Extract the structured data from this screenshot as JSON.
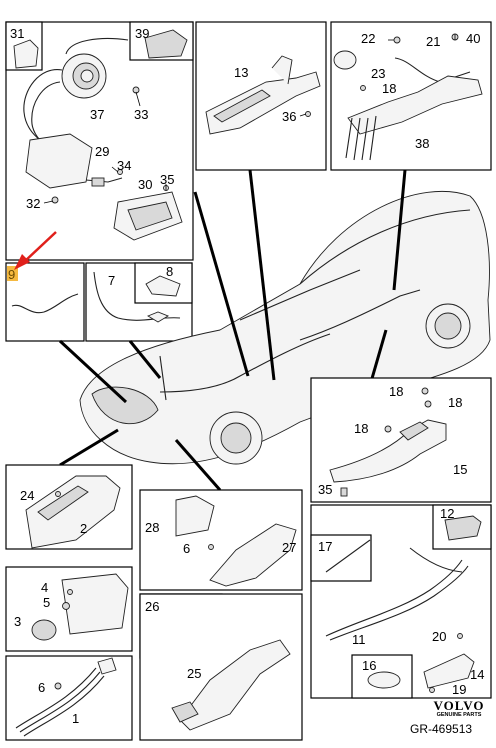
{
  "callouts": {
    "c1": "1",
    "c2": "2",
    "c3": "3",
    "c4": "4",
    "c5": "5",
    "c6a": "6",
    "c6b": "6",
    "c7": "7",
    "c8": "8",
    "c9": "9",
    "c11": "11",
    "c12": "12",
    "c13": "13",
    "c14": "14",
    "c15": "15",
    "c16": "16",
    "c17": "17",
    "c18a": "18",
    "c18b": "18",
    "c18c": "18",
    "c18d": "18",
    "c19": "19",
    "c20": "20",
    "c21": "21",
    "c22": "22",
    "c23": "23",
    "c24": "24",
    "c25": "25",
    "c26": "26",
    "c27": "27",
    "c28": "28",
    "c29": "29",
    "c30": "30",
    "c31": "31",
    "c32": "32",
    "c33": "33",
    "c34": "34",
    "c35a": "35",
    "c35b": "35",
    "c36": "36",
    "c37": "37",
    "c38": "38",
    "c39": "39",
    "c40": "40"
  },
  "highlight": {
    "color": "#f5b940",
    "label": "9"
  },
  "pointer": {
    "color": "#e0201b"
  },
  "brand": {
    "name": "VOLVO",
    "sub": "GENUINE PARTS"
  },
  "doc_number": "GR-469513"
}
